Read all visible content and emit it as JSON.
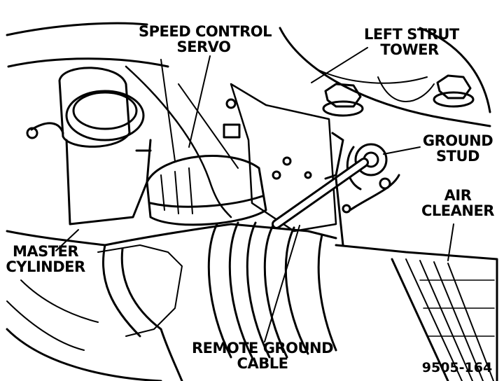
{
  "labels": {
    "speed_control_servo": [
      "SPEED CONTROL",
      "SERVO"
    ],
    "left_strut_tower": [
      "LEFT STRUT",
      "TOWER"
    ],
    "ground_stud": [
      "GROUND",
      "STUD"
    ],
    "air_cleaner": [
      "AIR",
      "CLEANER"
    ],
    "master_cylinder": [
      "MASTER",
      "CYLINDER"
    ],
    "remote_ground_cable": [
      "REMOTE GROUND",
      "CABLE"
    ]
  },
  "figure_number": "9505-164",
  "colors": {
    "ink": "#000000",
    "paper": "#ffffff"
  }
}
